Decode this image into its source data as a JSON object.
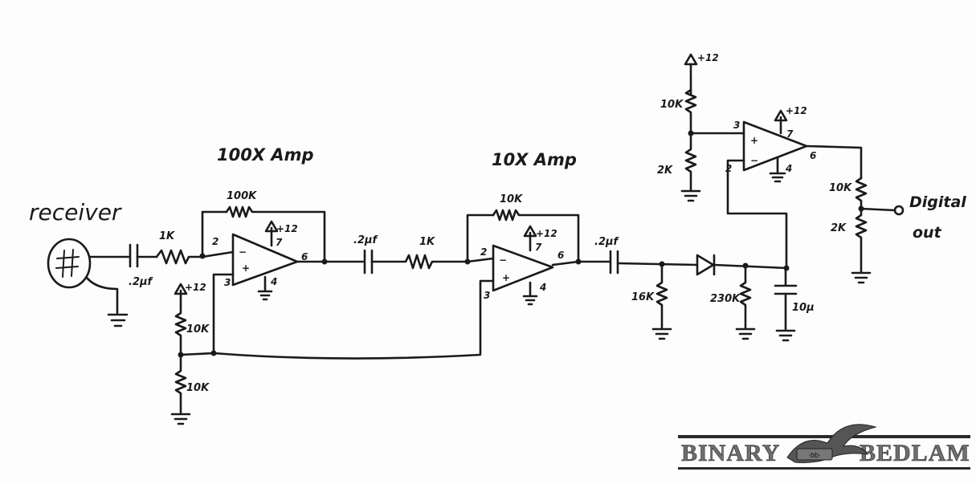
{
  "labels": {
    "receiver": "receiver",
    "amp1_title": "100X Amp",
    "amp2_title": "10X Amp",
    "output": "Digital out",
    "output_line1": "Digital",
    "output_line2": "out"
  },
  "components": {
    "c_in": ".2μf",
    "r_in": "1K",
    "r_fb1": "100K",
    "c_mid": ".2μf",
    "r_mid": "1K",
    "r_fb2": "10K",
    "c_out": ".2μf",
    "r_16k": "16K",
    "r_230k": "230K",
    "c_10u": "10μ",
    "r_bias_top": "10K",
    "r_bias_bot": "10K",
    "r_ref_top": "10K",
    "r_ref_bot": "2K",
    "r_out_top": "10K",
    "r_out_bot": "2K"
  },
  "supply": {
    "v_bias": "+12",
    "v_amp1": "+12",
    "v_amp2": "+12",
    "v_ref": "+12",
    "v_comp": "+12"
  },
  "opamp_pins": {
    "inv": "2",
    "noninv": "3",
    "vplus": "7",
    "vminus": "4",
    "out": "6",
    "minus_sign": "−",
    "plus_sign": "+"
  },
  "watermark": {
    "left": "BINARY",
    "right": "BEDLAM",
    "center": "·bb·"
  }
}
